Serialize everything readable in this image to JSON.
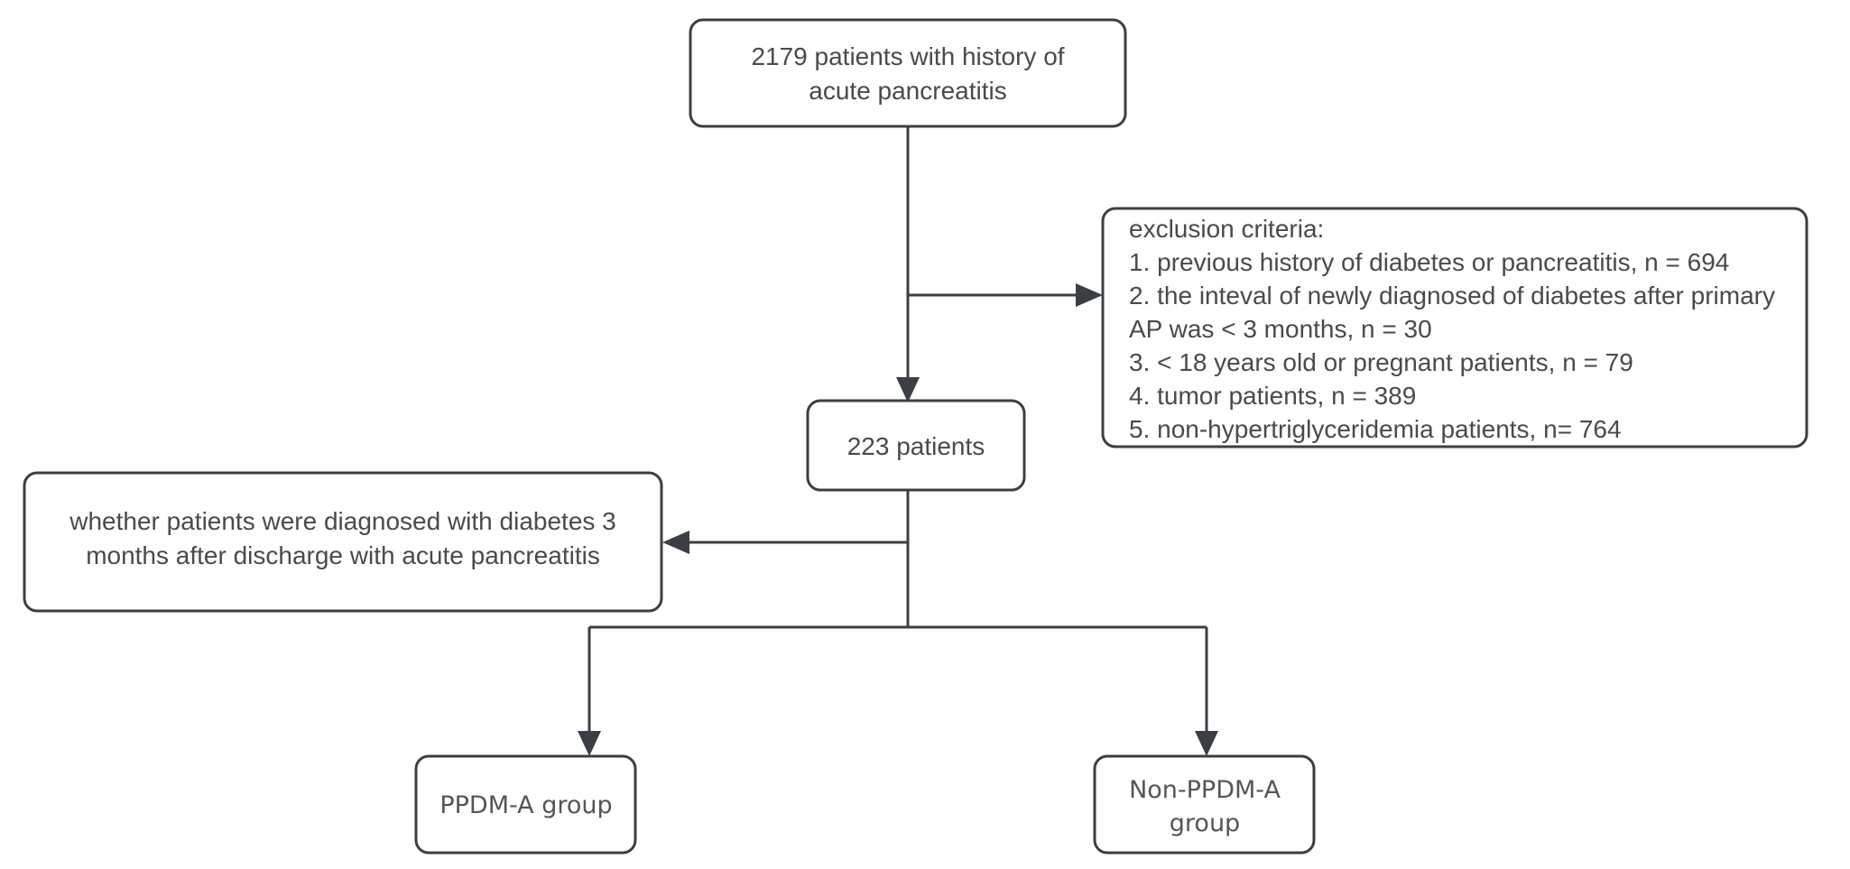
{
  "diagram": {
    "title": "Patient selection flow chart",
    "type": "flowchart",
    "colors": {
      "background": "#ffffff",
      "box_border": "#3b3f44",
      "box_fill": "#ffffff",
      "text": "#4a4a4a",
      "connector": "#3b3f44"
    },
    "nodes": {
      "cohort": {
        "name": "initial-cohort",
        "lines": [
          "2179 patients with history of",
          "acute pancreatitis"
        ],
        "align": "center"
      },
      "exclusion": {
        "name": "exclusion-criteria",
        "lines": [
          "exclusion criteria:",
          "1. previous history of diabetes or pancreatitis, n = 694",
          "2. the inteval of newly diagnosed of diabetes after primary",
          "AP was  < 3 months, n = 30",
          "3.  < 18 years old or pregnant patients, n = 79",
          "4. tumor patients, n = 389",
          "5. non-hypertriglyceridemia patients, n= 764"
        ],
        "align": "left"
      },
      "included": {
        "name": "included-patients",
        "lines": [
          "223 patients"
        ],
        "align": "center"
      },
      "followup": {
        "name": "followup-assessment",
        "lines": [
          "whether patients were diagnosed with diabetes 3",
          "months after discharge with acute pancreatitis"
        ],
        "align": "center"
      },
      "ppdma": {
        "name": "ppdm-a-group",
        "lines": [
          "PPDM-A group"
        ],
        "align": "center"
      },
      "nonppdma": {
        "name": "non-ppdm-a-group",
        "lines": [
          "Non-PPDM-A",
          "group"
        ],
        "align": "center"
      }
    }
  }
}
